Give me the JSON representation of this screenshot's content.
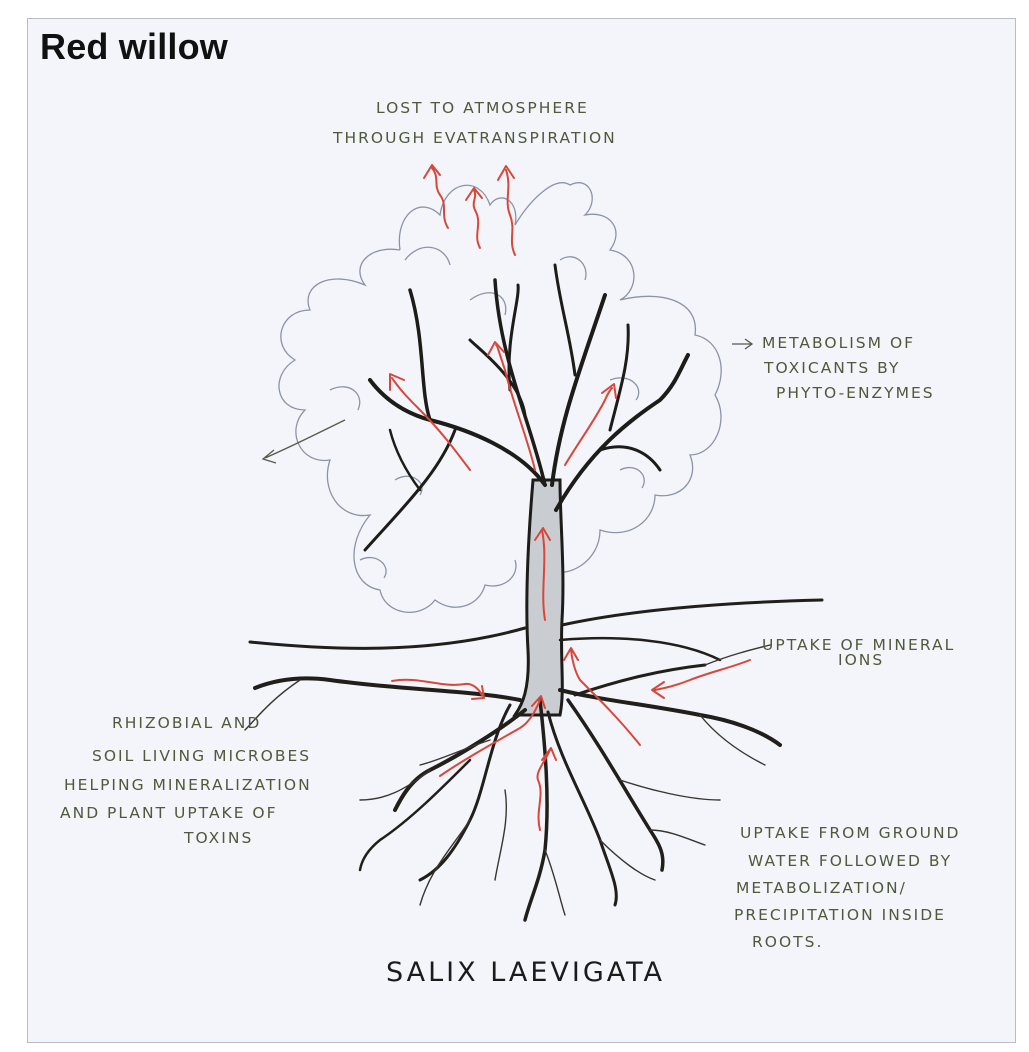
{
  "title": "Red willow",
  "species_label": "SALIX LAEVIGATA",
  "annotations": {
    "evapotranspiration": [
      "LOST TO ATMOSPHERE",
      "THROUGH EVATRANSPIRATION"
    ],
    "phyto_enzymes": [
      "METABOLISM OF",
      "TOXICANTS BY",
      "PHYTO-ENZYMES"
    ],
    "mineral_ions": [
      "UPTAKE OF MINERAL",
      "IONS"
    ],
    "microbes": [
      "RHIZOBIAL AND",
      "SOIL LIVING MICROBES",
      "HELPING MINERALIZATION",
      "AND PLANT UPTAKE OF",
      "TOXINS"
    ],
    "groundwater": [
      "UPTAKE FROM GROUND",
      "WATER FOLLOWED BY",
      "METABOLIZATION/",
      "PRECIPITATION INSIDE",
      "ROOTS."
    ]
  },
  "colors": {
    "paper": "#f3f5fb",
    "arrows": "#d8473a",
    "ink": "#1e1c18",
    "canopy_outline": "#8b94a6",
    "annotation_ink": "#4f5a3a"
  }
}
